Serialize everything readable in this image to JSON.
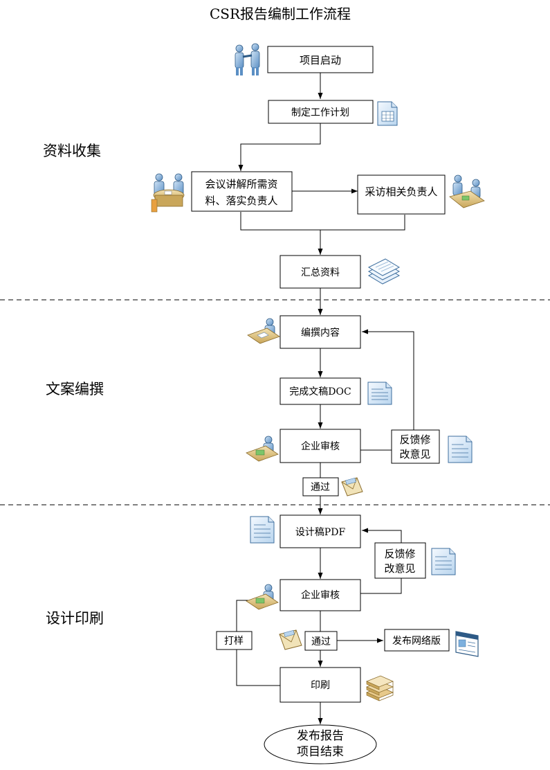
{
  "title": "CSR报告编制工作流程",
  "sections": {
    "collect": "资料收集",
    "write": "文案编撰",
    "design": "设计印刷"
  },
  "nodes": {
    "start": "项目启动",
    "plan": "制定工作计划",
    "meeting_l1": "会议讲解所需资",
    "meeting_l2": "料、落实负责人",
    "interview": "采访相关负责人",
    "summary": "汇总资料",
    "compose": "编撰内容",
    "doc": "完成文稿DOC",
    "review1": "企业审核",
    "feedback1_l1": "反馈修",
    "feedback1_l2": "改意见",
    "pass1": "通过",
    "pdf": "设计稿PDF",
    "feedback2_l1": "反馈修",
    "feedback2_l2": "改意见",
    "review2": "企业审核",
    "proof": "打样",
    "pass2": "通过",
    "web": "发布网络版",
    "print": "印刷",
    "end_l1": "发布报告",
    "end_l2": "项目结束"
  },
  "icons": {
    "handshake": "handshake-icon",
    "spreadsheet": "spreadsheet-icon",
    "meeting": "meeting-icon",
    "interview": "interview-icon",
    "papers": "paper-stack-icon",
    "writer": "writer-at-desk-icon",
    "document": "document-icon",
    "envelope": "envelope-icon",
    "web": "web-page-icon",
    "books": "book-stack-icon"
  }
}
